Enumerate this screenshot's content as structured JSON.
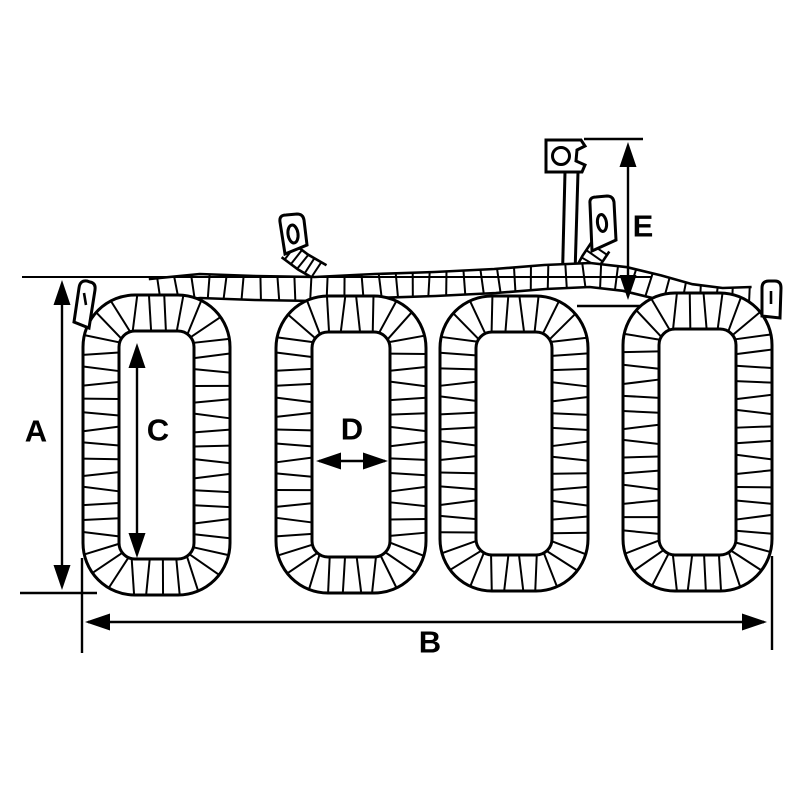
{
  "colors": {
    "ink": "#000000",
    "background": "#ffffff"
  },
  "labels": {
    "a": "A",
    "b": "B",
    "c": "C",
    "d": "D",
    "e": "E"
  }
}
